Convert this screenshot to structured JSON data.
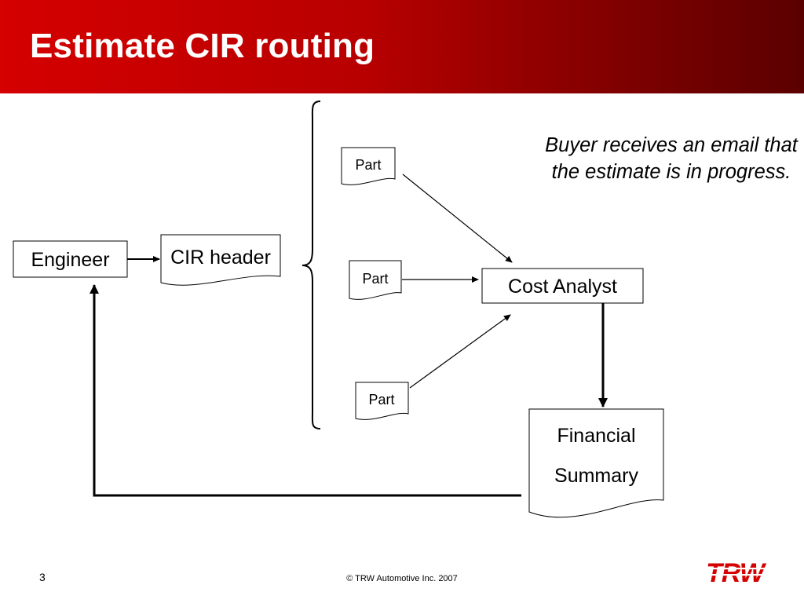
{
  "slide": {
    "title": "Estimate CIR routing",
    "page_number": "3",
    "copyright": "© TRW Automotive Inc. 2007",
    "logo_text": "TRW"
  },
  "colors": {
    "header_left": "#d50000",
    "header_right": "#5a0000",
    "logo_red": "#d50000",
    "line": "#000000"
  },
  "diagram": {
    "nodes": {
      "engineer": "Engineer",
      "cir_header": "CIR header",
      "part_top": "Part",
      "part_middle": "Part",
      "part_bottom": "Part",
      "cost_analyst": "Cost Analyst",
      "financial_summary_line1": "Financial",
      "financial_summary_line2": "Summary"
    },
    "note": "Buyer receives an email that the estimate is in progress."
  }
}
